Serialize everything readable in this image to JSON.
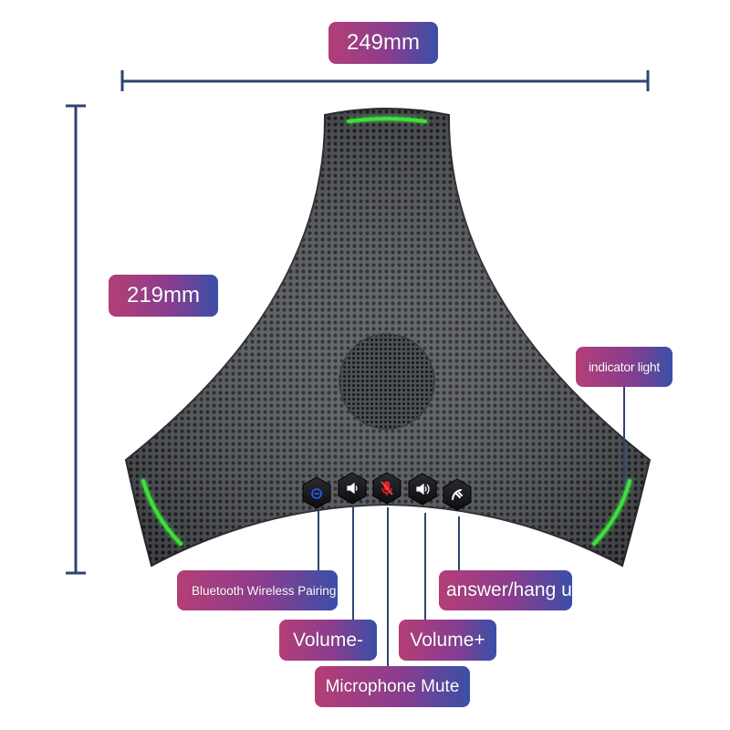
{
  "dimensions": {
    "width_label": "249mm",
    "height_label": "219mm"
  },
  "labels": {
    "indicator_light": "indicator light",
    "bluetooth": "Bluetooth Wireless Pairing",
    "answer_hang": "answer/hang up",
    "volume_minus": "Volume-",
    "volume_plus": "Volume+",
    "mic_mute": "Microphone Mute"
  },
  "colors": {
    "badge_start": "#b43e77",
    "badge_end": "#3a4fa8",
    "dimension_line": "#2e4470",
    "indicator_green": "#3ee03e",
    "mute_red": "#e02020",
    "bluetooth_blue": "#2a5cff",
    "device_body": "#4a4d52"
  },
  "buttons": [
    {
      "name": "bluetooth",
      "icon": "bluetooth-power-icon"
    },
    {
      "name": "volume-minus",
      "icon": "speaker-low-icon"
    },
    {
      "name": "mic-mute",
      "icon": "microphone-icon"
    },
    {
      "name": "volume-plus",
      "icon": "speaker-high-icon"
    },
    {
      "name": "answer-hang",
      "icon": "phone-icon"
    }
  ]
}
